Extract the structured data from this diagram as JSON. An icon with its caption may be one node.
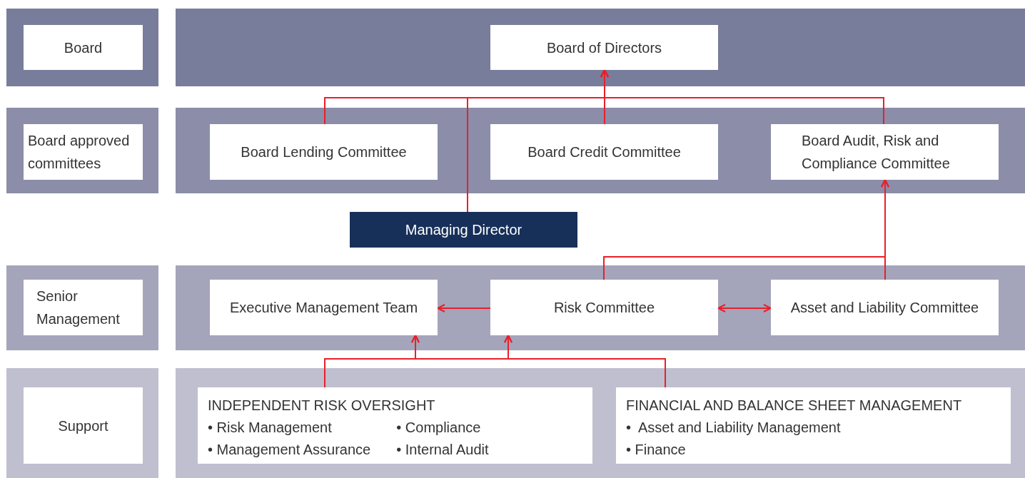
{
  "diagram": {
    "nodes": [
      {
        "text": [
          "Board"
        ]
      },
      {
        "text": [
          "Board of Directors"
        ]
      },
      {
        "text": [
          "Board approved committees"
        ]
      },
      {
        "text": [
          "Board Lending Committee"
        ]
      },
      {
        "text": [
          "Board Credit Committee"
        ]
      },
      {
        "text": [
          "Board Audit, Risk and Compliance Committee"
        ]
      },
      {
        "text": [
          "Managing Director"
        ]
      },
      {
        "text": [
          "Senior Management"
        ]
      },
      {
        "text": [
          "Executive Management Team"
        ]
      },
      {
        "text": [
          "Risk Committee"
        ]
      },
      {
        "text": [
          "Asset and Liability Committee"
        ]
      },
      {
        "text": [
          "Support"
        ]
      },
      {
        "text": [
          "INDEPENDENT RISK OVERSIGHT",
          "• Risk Management",
          "• Compliance",
          "• Management Assurance",
          "• Internal Audit"
        ]
      },
      {
        "text": [
          "FINANCIAL AND BALANCE SHEET MANAGEMENT",
          "•  Asset and Liability Management",
          "• Finance"
        ]
      }
    ],
    "edges": [
      {
        "from": 3,
        "to": 1,
        "arrow": "to"
      },
      {
        "from": 4,
        "to": 1,
        "arrow": "to"
      },
      {
        "from": 5,
        "to": 1,
        "arrow": "to"
      },
      {
        "from": 6,
        "to": 1,
        "arrow": "to"
      },
      {
        "from": 9,
        "to": 5,
        "arrow": "to"
      },
      {
        "from": 10,
        "to": 5,
        "arrow": "to"
      },
      {
        "from": 9,
        "to": 8,
        "arrow": "to"
      },
      {
        "from": 9,
        "to": 10,
        "arrow": "both"
      },
      {
        "from": 12,
        "to": 8,
        "arrow": "to"
      },
      {
        "from": 12,
        "to": 9,
        "arrow": "to"
      },
      {
        "from": 13,
        "to": 8,
        "arrow": "to"
      },
      {
        "from": 13,
        "to": 9,
        "arrow": "to"
      }
    ]
  }
}
